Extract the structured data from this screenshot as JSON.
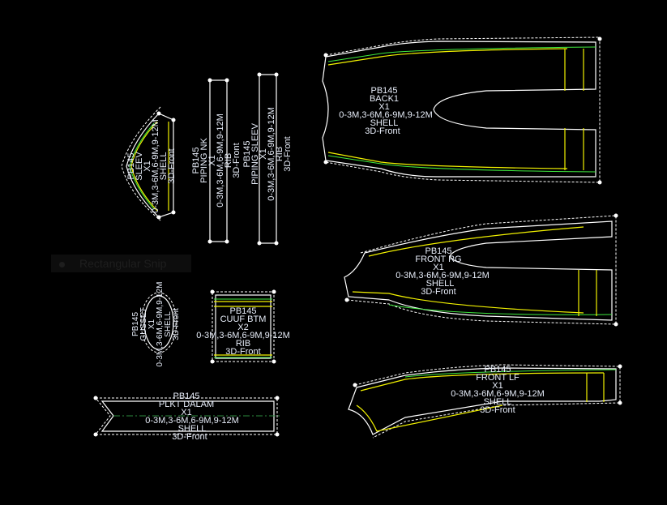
{
  "canvas": {
    "background": "#000000",
    "colors": {
      "outline": "#ffffff",
      "seam": "#f2f200",
      "grade": "#3ee83e",
      "text": "#e8eefa"
    }
  },
  "overlay": {
    "label": "Rectangular Snip",
    "icon": "record-dot-icon"
  },
  "pieces": {
    "sleeve": {
      "lines": [
        "PB145",
        "SLEEV",
        "X1",
        "0-3M,3-6M,6-9M,9-12M",
        "SHELL",
        "3D-Front"
      ]
    },
    "piping_nk": {
      "lines": [
        "PB145",
        "PIPING NK",
        "X1",
        "0-3M,3-6M,6-9M,9-12M",
        "RIB",
        "3D-Front"
      ]
    },
    "piping_sleev": {
      "lines": [
        "PB145",
        "PIPING SLEEV",
        "X1",
        "0-3M,3-6M,6-9M,9-12M",
        "RIB",
        "3D-Front"
      ]
    },
    "gusset": {
      "lines": [
        "PB145",
        "GUSSET",
        "X1",
        "0-3M,3-6M,6-9M,9-12M",
        "SHELL",
        "3D-Front"
      ]
    },
    "cuff_btm": {
      "lines": [
        "PB145",
        "CUUF BTM",
        "X2",
        "0-3M,3-6M,6-9M,9-12M",
        "RIB",
        "3D-Front"
      ]
    },
    "plkt_dalam": {
      "lines": [
        "PB145",
        "PLKT DALAM",
        "X1",
        "0-3M,3-6M,6-9M,9-12M",
        "SHELL",
        "3D-Front"
      ]
    },
    "back1": {
      "lines": [
        "PB145",
        "BACK1",
        "X1",
        "0-3M,3-6M,6-9M,9-12M",
        "SHELL",
        "3D-Front"
      ]
    },
    "front_rg": {
      "lines": [
        "PB145",
        "FRONT RG",
        "X1",
        "0-3M,3-6M,6-9M,9-12M",
        "SHELL",
        "3D-Front"
      ]
    },
    "front_lf": {
      "lines": [
        "PB145",
        "FRONT LF",
        "X1",
        "0-3M,3-6M,6-9M,9-12M",
        "SHELL",
        "3D-Front"
      ]
    }
  }
}
